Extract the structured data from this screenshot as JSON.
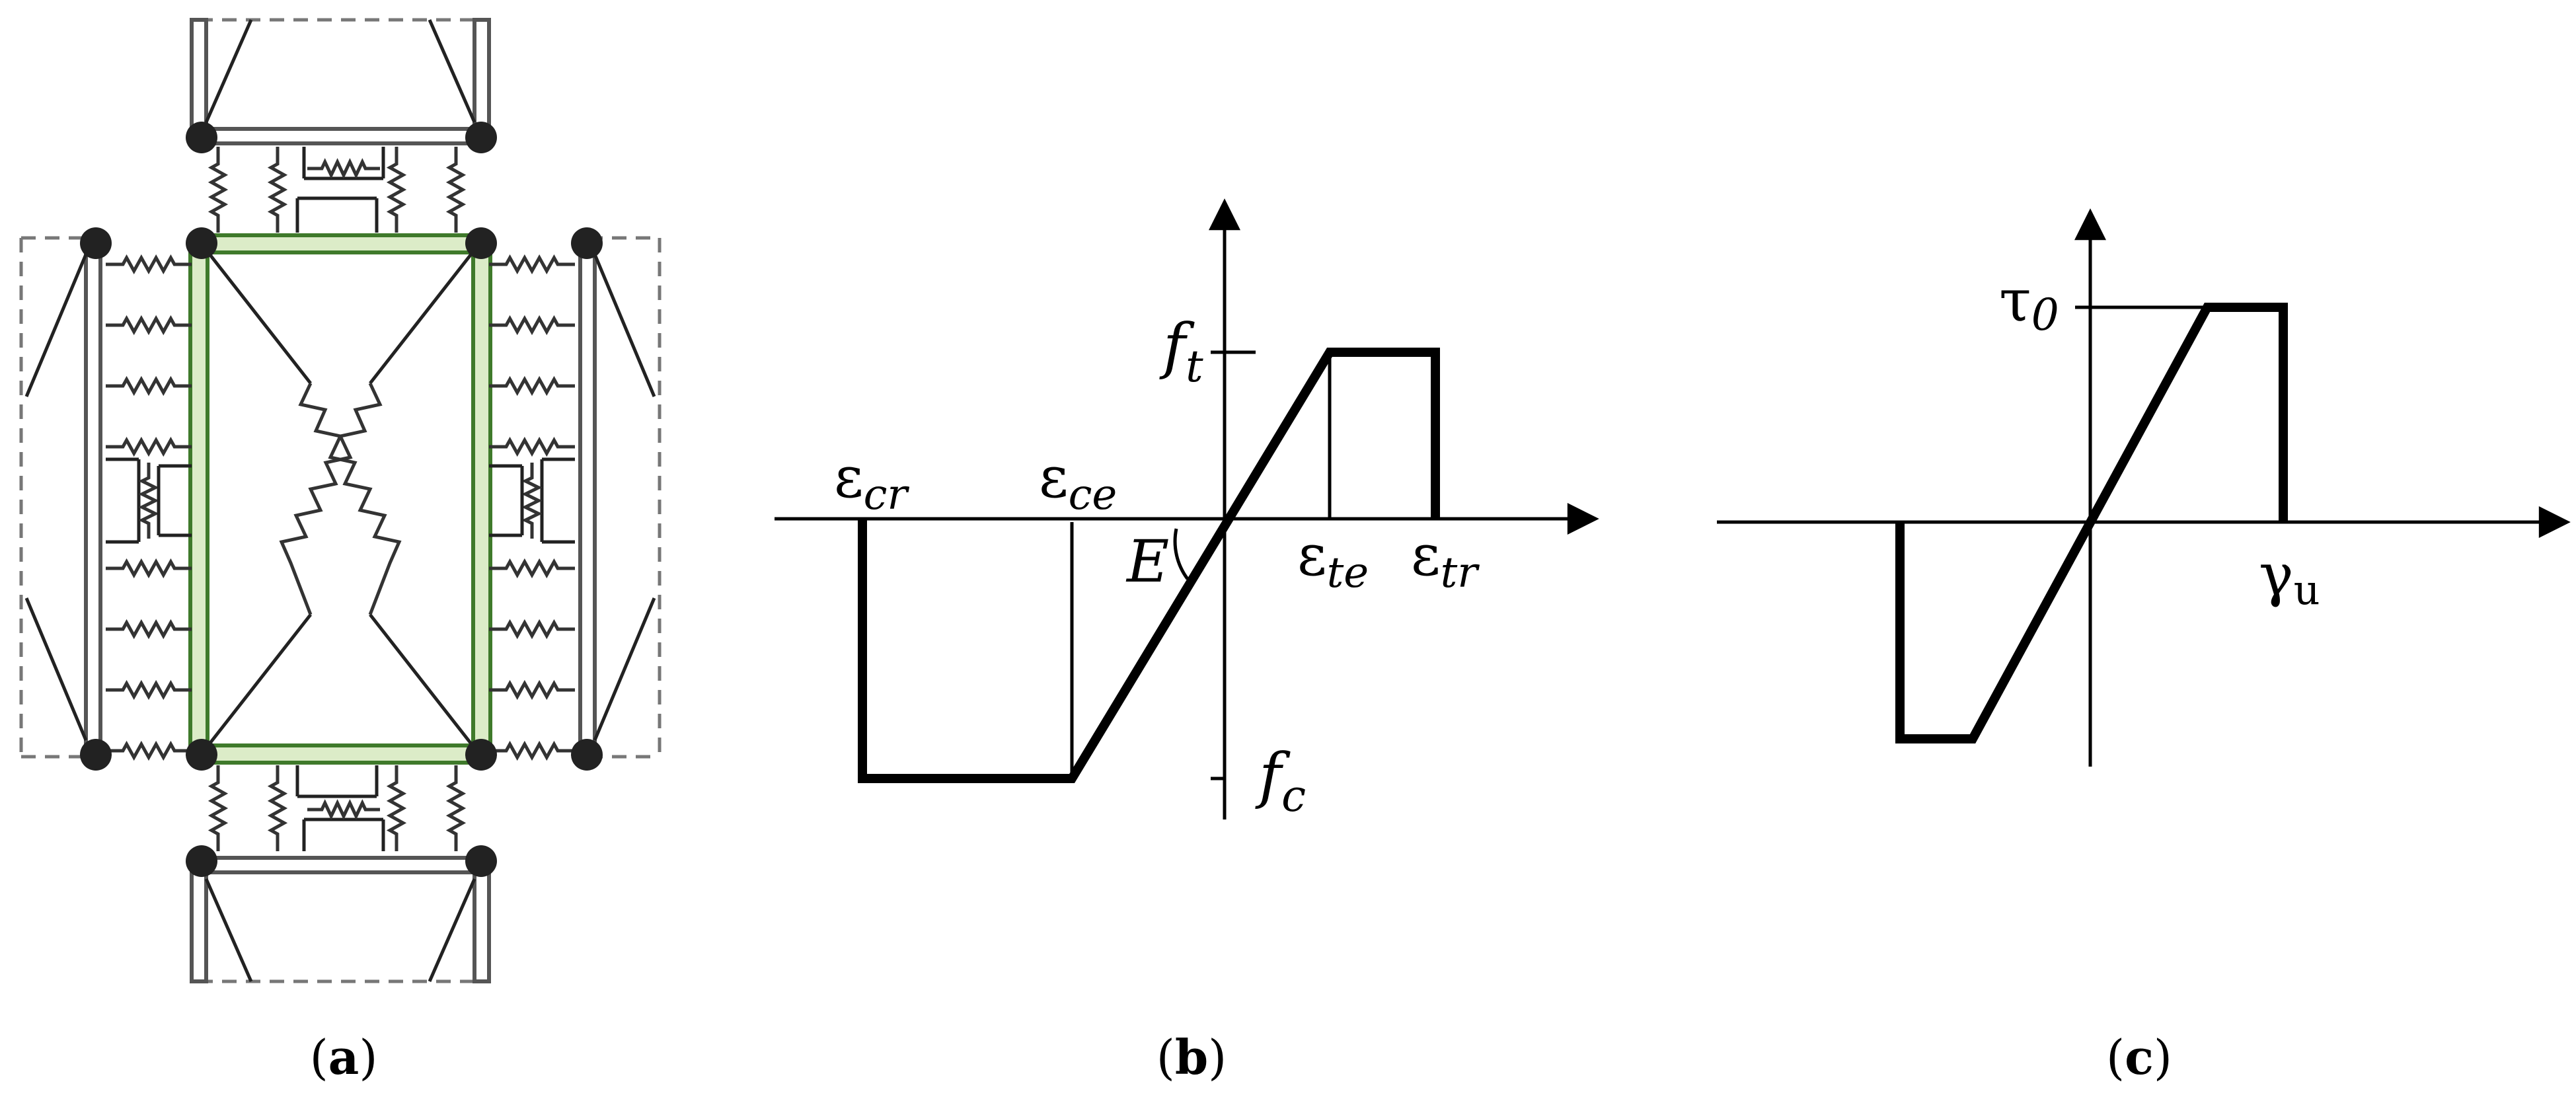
{
  "panels": [
    {
      "id": "a",
      "caption_label": "a"
    },
    {
      "id": "b",
      "caption_label": "b"
    },
    {
      "id": "c",
      "caption_label": "c"
    }
  ],
  "panel_b": {
    "ft": {
      "main": "f",
      "sub": "t"
    },
    "fc": {
      "main": "f",
      "sub": "c"
    },
    "E": "E",
    "ecr": {
      "main": "ε",
      "sub": "cr"
    },
    "ece": {
      "main": "ε",
      "sub": "ce"
    },
    "ete": {
      "main": "ε",
      "sub": "te"
    },
    "etr": {
      "main": "ε",
      "sub": "tr"
    }
  },
  "panel_c": {
    "tau0": {
      "main": "τ",
      "sub": "0"
    },
    "gammau": {
      "main": "γ",
      "sub": "u"
    }
  }
}
